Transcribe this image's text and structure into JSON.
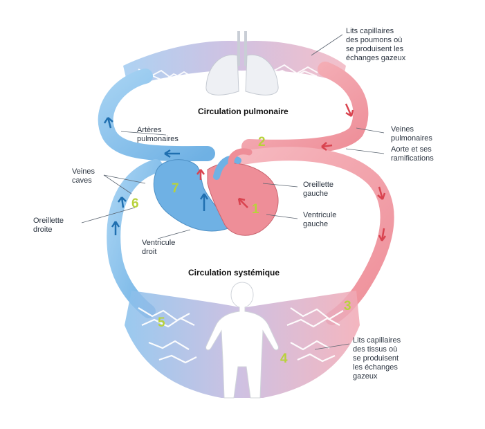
{
  "titles": {
    "pulmonary": "Circulation pulmonaire",
    "systemic": "Circulation systémique"
  },
  "labels": {
    "lung_capillaries": [
      "Lits capillaires",
      "des poumons où",
      "se produisent les",
      "échanges gazeux"
    ],
    "pulmonary_arteries": [
      "Artères",
      "pulmonaires"
    ],
    "pulmonary_veins": [
      "Veines",
      "pulmonaires"
    ],
    "aorta": [
      "Aorte et ses",
      "ramifications"
    ],
    "vena_cava": [
      "Veines",
      "caves"
    ],
    "left_atrium": [
      "Oreillette",
      "gauche"
    ],
    "right_atrium": [
      "Oreillette",
      "droite"
    ],
    "left_ventricle": [
      "Ventricule",
      "gauche"
    ],
    "right_ventricle": [
      "Ventricule",
      "droit"
    ],
    "tissue_capillaries": [
      "Lits capillaires",
      "des tissus où",
      "se produisent",
      "les échanges",
      "gazeux"
    ]
  },
  "steps": [
    "1",
    "2",
    "3",
    "4",
    "5",
    "6",
    "7"
  ],
  "colors": {
    "oxygenated": "#f0a0a8",
    "oxygenated_dark": "#d9434f",
    "deoxygenated": "#8cc3ec",
    "deoxygenated_dark": "#1f6fb0",
    "step_number": "#b8d23c"
  }
}
